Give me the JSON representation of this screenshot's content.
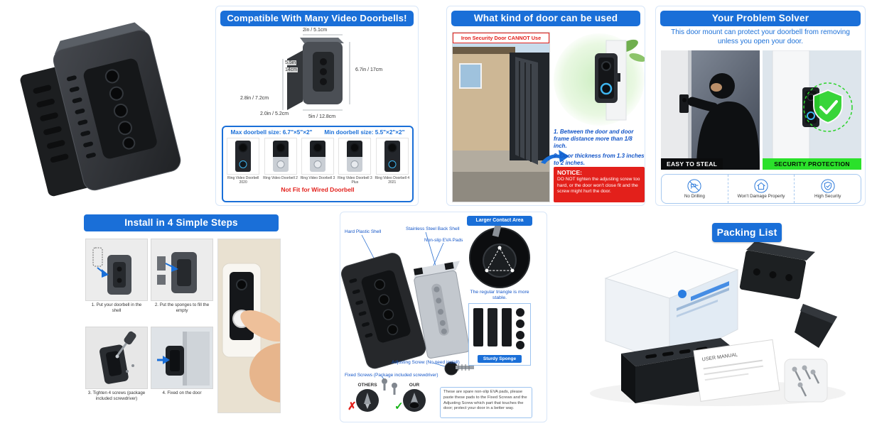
{
  "compat": {
    "title": "Compatible With Many Video Doorbells!",
    "dim_top": "2in / 5.1cm",
    "dim_right": "6.7in / 17cm",
    "dim_inner_l1": "5.5in",
    "dim_inner_l2": "14cm",
    "dim_left": "2.8in / 7.2cm",
    "dim_bottom_left": "2.0in / 5.2cm",
    "dim_bottom": "5in / 12.8cm",
    "max_size": "Max doorbell size: 6.7\"×5\"×2\"",
    "min_size": "Min doorbell size: 5.5\"×2\"×2\"",
    "doorbells": [
      {
        "label": "Ring Video Doorbell 2020"
      },
      {
        "label": "Ring Video Doorbell 2"
      },
      {
        "label": "Ring Video Doorbell 3"
      },
      {
        "label": "Ring Video Doorbell 3 Plus"
      },
      {
        "label": "Ring Video Doorbell 4 2021"
      }
    ],
    "not_fit": "Not Fit for Wired Doorbell"
  },
  "door": {
    "title": "What kind of door can be used",
    "iron_warning": "Iron Security Door CANNOT Use",
    "tip1": "1. Between the door and door frame distance more than 1/8 inch.",
    "tip2": "2. Door thickness from 1.3 inches to 2 inches.",
    "notice_title": "NOTICE:",
    "notice_body": "DO NOT tighten the adjusting screw too hard, or the door won't close fit and the screw might hurt the door."
  },
  "solver": {
    "title": "Your Problem Solver",
    "subtitle": "This door mount can protect your doorbell from removing unless you open your door.",
    "steal_label": "EASY TO STEAL",
    "protect_label": "SECURITY PROTECTION",
    "features": [
      {
        "label": "No Drilling"
      },
      {
        "label": "Won't Damage Property"
      },
      {
        "label": "High Security"
      }
    ]
  },
  "install": {
    "title": "Install in 4 Simple Steps",
    "steps": [
      {
        "caption": "1. Put your doorbell in the shell"
      },
      {
        "caption": "2. Put the sponges to fill the empty"
      },
      {
        "caption": "3. Tighten 4 screws (package included screwdriver)"
      },
      {
        "caption": "4. Fixed on the door"
      }
    ]
  },
  "anatomy": {
    "label_shell": "Hard Plastic Shell",
    "label_back": "Stainless Steel Back Shell",
    "label_pads": "Non-slip EVA Pads",
    "label_adjust": "Adjusting Screw (No need install)",
    "label_fixed": "Fixed Screws (Package included screwdriver)",
    "contact_tag": "Larger Contact Area",
    "triangle_note": "The regular triangle is more stable.",
    "sponge_tag": "Sturdy Sponge",
    "others_label": "OTHERS",
    "our_label": "OUR",
    "spare_note": "These are spare non-slip EVA pads, please paste these pads to the Fixed Screws and the Adjusting Screw which part that touches the door; protect your door in a better way."
  },
  "packing": {
    "title": "Packing List",
    "manual_label": "USER MANUAL"
  },
  "colors": {
    "accent_blue": "#1a6fd8",
    "warning_red": "#e3201b",
    "success_green": "#2be12b"
  }
}
